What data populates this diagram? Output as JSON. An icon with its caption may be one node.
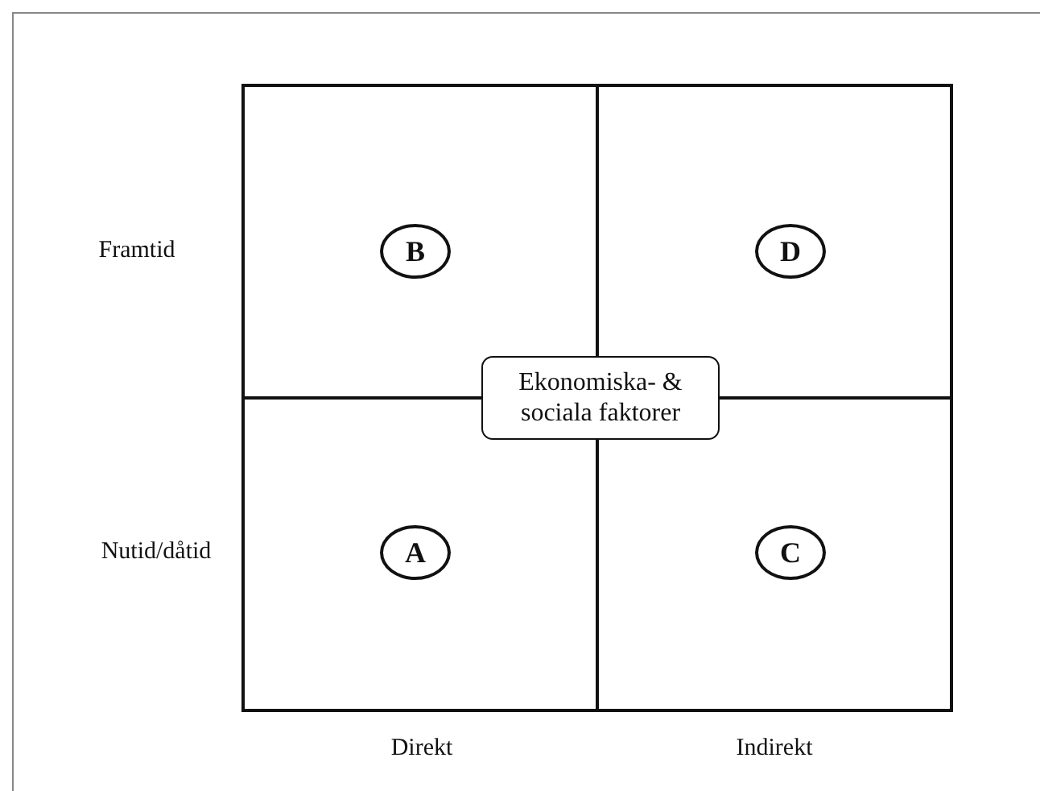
{
  "diagram": {
    "nodes": [
      {
        "text": [
          "B"
        ]
      },
      {
        "text": [
          "D"
        ]
      },
      {
        "text": [
          "A"
        ]
      },
      {
        "text": [
          "C"
        ]
      },
      {
        "text": [
          "Ekonomiska- & sociala faktorer"
        ]
      }
    ],
    "labels": [
      "Framtid",
      "Nutid/dåtid",
      "Direkt",
      "Indirekt"
    ]
  }
}
